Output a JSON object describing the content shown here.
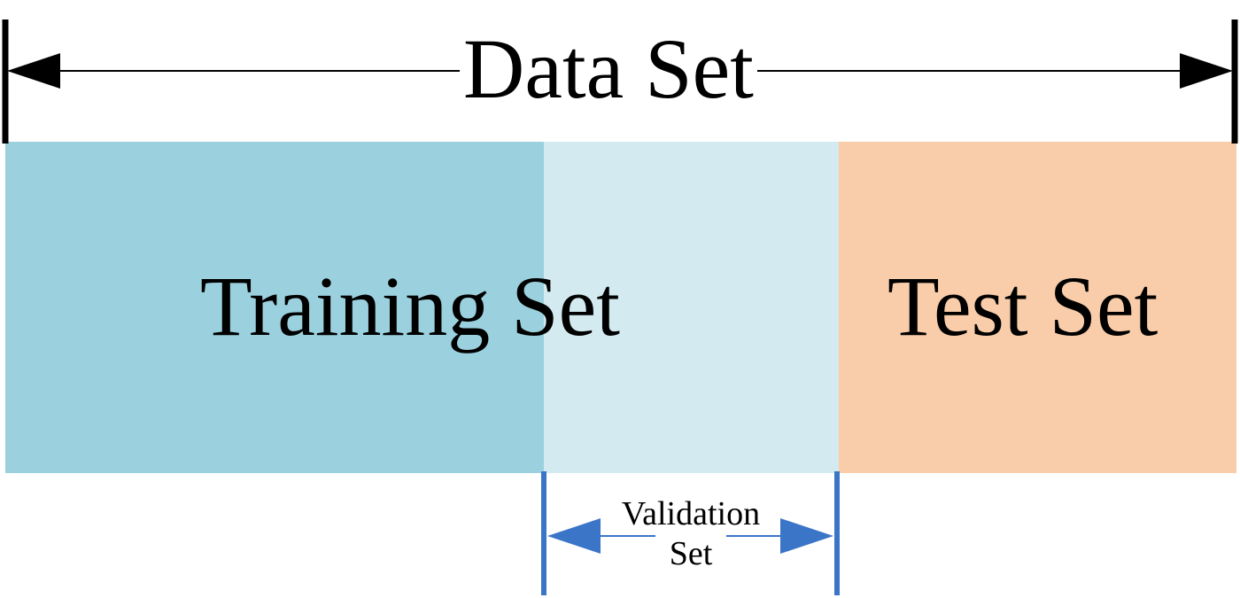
{
  "title": "Data Set",
  "regions": [
    {
      "key": "training",
      "label": "Training Set",
      "color": "#9bd1de"
    },
    {
      "key": "validation",
      "label": "Validation Set",
      "color": "#d3ebf0"
    },
    {
      "key": "test",
      "label": "Test Set",
      "color": "#f9cdaa"
    }
  ],
  "validation_label": {
    "line1": "Validation",
    "line2": "Set"
  },
  "colors": {
    "arrow_main": "#000000",
    "arrow_validation": "#3b75c8"
  }
}
